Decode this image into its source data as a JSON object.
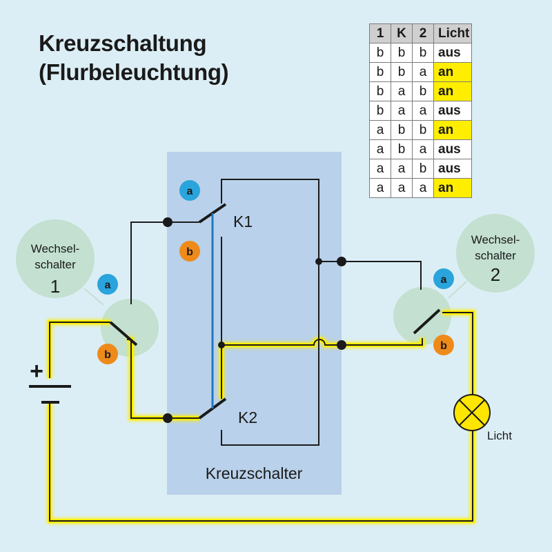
{
  "title": {
    "line1": "Kreuzschaltung",
    "line2": "(Flurbeleuchtung)"
  },
  "truth_table": {
    "headers": [
      "1",
      "K",
      "2",
      "Licht"
    ],
    "rows": [
      [
        "b",
        "b",
        "b",
        "aus"
      ],
      [
        "b",
        "b",
        "a",
        "an"
      ],
      [
        "b",
        "a",
        "b",
        "an"
      ],
      [
        "b",
        "a",
        "a",
        "aus"
      ],
      [
        "a",
        "b",
        "b",
        "an"
      ],
      [
        "a",
        "b",
        "a",
        "aus"
      ],
      [
        "a",
        "a",
        "b",
        "aus"
      ],
      [
        "a",
        "a",
        "a",
        "an"
      ]
    ],
    "highlight_value": "an",
    "highlight_color": "#ffee00"
  },
  "labels": {
    "switch1_line1": "Wechsel-",
    "switch1_line2": "schalter",
    "switch1_number": "1",
    "switch2_line1": "Wechsel-",
    "switch2_line2": "schalter",
    "switch2_number": "2",
    "k1": "K1",
    "k2": "K2",
    "cross_switch": "Kreuzschalter",
    "lamp": "Licht",
    "battery_plus": "+",
    "battery_minus": "−",
    "contact_a": "a",
    "contact_b": "b"
  },
  "colors": {
    "background": "#dceef5",
    "cross_switch_box": "#b9d1ea",
    "switch_circle": "#c3e0d0",
    "badge_a": "#2aa4dc",
    "badge_b": "#ee8a1a",
    "active_wire_glow": "#ffee00",
    "lamp": "#ffe600",
    "coupling_line": "#1f78c1"
  },
  "icons": [
    "battery-icon",
    "lamp-icon",
    "switch-icon"
  ]
}
